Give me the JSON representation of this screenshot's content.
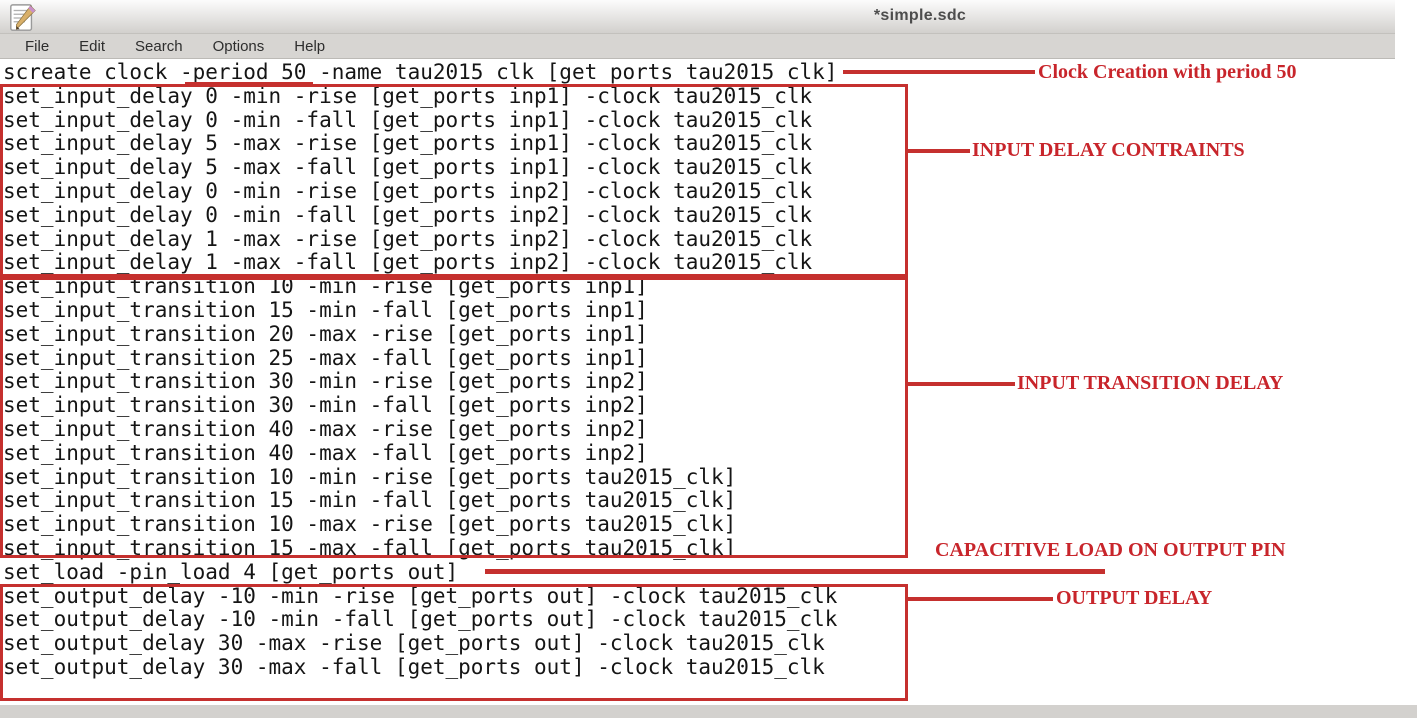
{
  "window": {
    "title": "*simple.sdc"
  },
  "menu": {
    "items": [
      "File",
      "Edit",
      "Search",
      "Options",
      "Help"
    ]
  },
  "editor": {
    "lines": [
      "screate clock -period 50 -name tau2015 clk [get ports tau2015 clk]",
      "set_input_delay 0 -min -rise [get_ports inp1] -clock tau2015_clk",
      "set_input_delay 0 -min -fall [get_ports inp1] -clock tau2015_clk",
      "set_input_delay 5 -max -rise [get_ports inp1] -clock tau2015_clk",
      "set_input_delay 5 -max -fall [get_ports inp1] -clock tau2015_clk",
      "set_input_delay 0 -min -rise [get_ports inp2] -clock tau2015_clk",
      "set_input_delay 0 -min -fall [get_ports inp2] -clock tau2015_clk",
      "set_input_delay 1 -max -rise [get_ports inp2] -clock tau2015_clk",
      "set_input_delay 1 -max -fall [get_ports inp2] -clock tau2015_clk",
      "set_input_transition 10 -min -rise [get_ports inp1]",
      "set_input_transition 15 -min -fall [get_ports inp1]",
      "set_input_transition 20 -max -rise [get_ports inp1]",
      "set_input_transition 25 -max -fall [get_ports inp1]",
      "set_input_transition 30 -min -rise [get_ports inp2]",
      "set_input_transition 30 -min -fall [get_ports inp2]",
      "set_input_transition 40 -max -rise [get_ports inp2]",
      "set_input_transition 40 -max -fall [get_ports inp2]",
      "set_input_transition 10 -min -rise [get_ports tau2015_clk]",
      "set_input_transition 15 -min -fall [get_ports tau2015_clk]",
      "set_input_transition 10 -max -rise [get_ports tau2015_clk]",
      "set_input_transition 15 -max -fall [get_ports tau2015_clk]",
      "set_load -pin_load 4 [get_ports out]",
      "set_output_delay -10 -min -rise [get_ports out] -clock tau2015_clk",
      "set_output_delay -10 -min -fall [get_ports out] -clock tau2015_clk",
      "set_output_delay 30 -max -rise [get_ports out] -clock tau2015_clk",
      "set_output_delay 30 -max -fall [get_ports out] -clock tau2015_clk"
    ]
  },
  "annotations": {
    "clock_creation": "Clock Creation with period 50",
    "input_delay": "INPUT DELAY CONTRAINTS",
    "input_transition": "INPUT TRANSITION DELAY",
    "cap_load": "CAPACITIVE LOAD ON OUTPUT PIN",
    "output_delay": "OUTPUT DELAY"
  },
  "colors": {
    "annotation_line_red": "#c5302e",
    "annotation_text_red": "#c8252b"
  }
}
